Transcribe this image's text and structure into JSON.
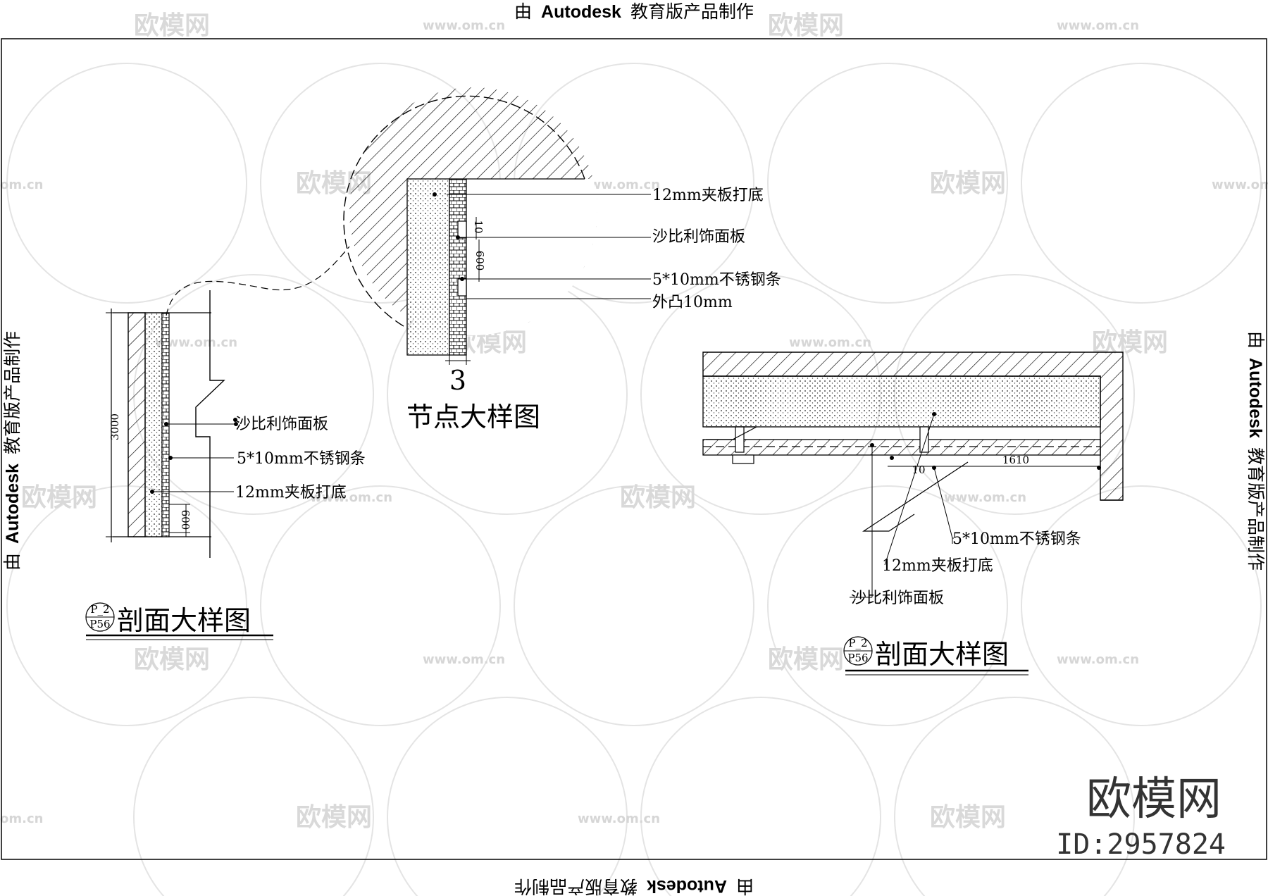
{
  "stamp": {
    "prefix": "由",
    "bold": "Autodesk",
    "suffix": "教育版产品制作"
  },
  "watermark": {
    "site_name": "欧模网",
    "site_url": "www.om.cn",
    "domain_short": "om.cn"
  },
  "brand": {
    "name": "欧模网",
    "id": "ID:2957824"
  },
  "labels": {
    "plywood": "12mm夹板打底",
    "sapele_panel": "沙比利饰面板",
    "steel_strip": "5*10mm不锈钢条",
    "protrude": "外凸10mm"
  },
  "dims": {
    "d10": "10",
    "d600": "600",
    "d3000": "3000",
    "d1610": "1610",
    "d10b": "10"
  },
  "node_detail": {
    "number": "3",
    "title": "节点大样图"
  },
  "section_left": {
    "ref_top": "P_2",
    "ref_bottom": "P56",
    "title": "剖面大样图"
  },
  "section_right": {
    "ref_top": "P_2",
    "ref_bottom": "P56",
    "title": "剖面大样图"
  }
}
